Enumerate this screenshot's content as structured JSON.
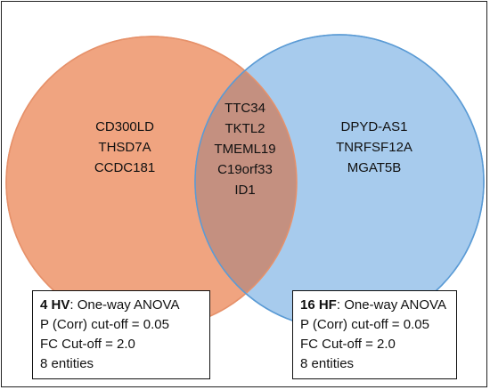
{
  "colors": {
    "left_fill": "#f0a480",
    "right_fill": "#a7cbed",
    "overlap_fill": "#c49080",
    "left_stroke": "#e6916a",
    "right_stroke": "#5b9bd5"
  },
  "left_set": {
    "genes": [
      "CD300LD",
      "THSD7A",
      "CCDC181"
    ],
    "info": {
      "group": "4 HV",
      "test": ": One-way ANOVA",
      "p_cutoff": "P (Corr) cut-off = 0.05",
      "fc_cutoff": "FC Cut-off = 2.0",
      "entities": "8 entities"
    }
  },
  "overlap": {
    "genes": [
      "TTC34",
      "TKTL2",
      "TMEML19",
      "C19orf33",
      "ID1"
    ]
  },
  "right_set": {
    "genes": [
      "DPYD-AS1",
      "TNRFSF12A",
      "MGAT5B"
    ],
    "info": {
      "group": "16 HF",
      "test": ": One-way ANOVA",
      "p_cutoff": "P (Corr) cut-off = 0.05",
      "fc_cutoff": "FC Cut-off = 2.0",
      "entities": "8 entities"
    }
  }
}
